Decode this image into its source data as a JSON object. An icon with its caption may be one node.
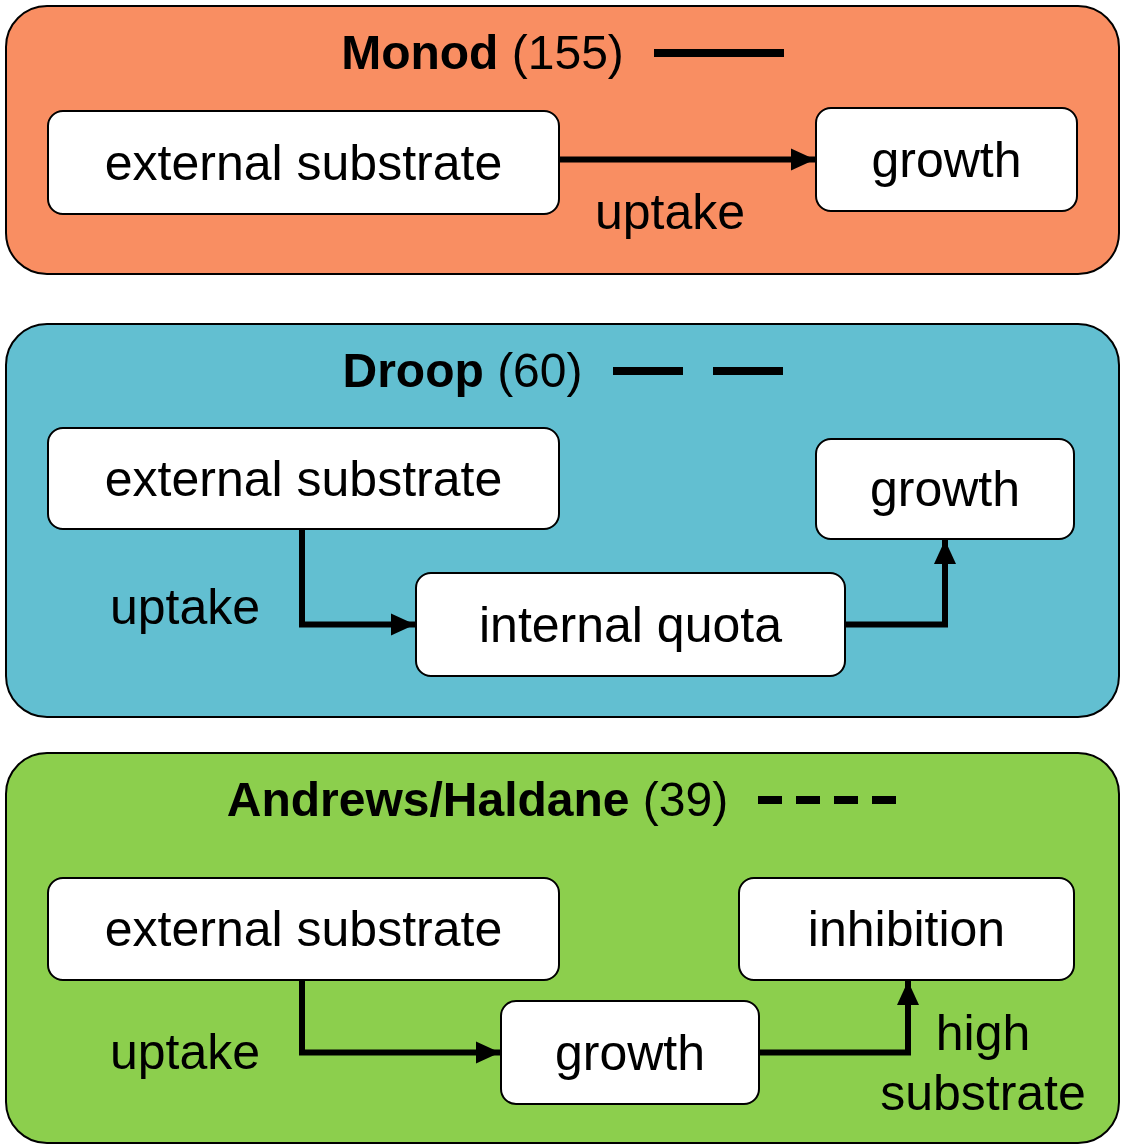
{
  "diagram": {
    "nodes": [
      {
        "text": [
          "**Monod** (155)"
        ]
      },
      {
        "text": [
          "external substrate"
        ],
        "in": 0
      },
      {
        "text": [
          "growth"
        ],
        "in": 0
      },
      {
        "text": [
          "**Droop** (60)"
        ]
      },
      {
        "text": [
          "external substrate"
        ],
        "in": 3
      },
      {
        "text": [
          "growth"
        ],
        "in": 3
      },
      {
        "text": [
          "internal quota"
        ],
        "in": 3
      },
      {
        "text": [
          "**Andrews/Haldane** (39)"
        ]
      },
      {
        "text": [
          "external substrate"
        ],
        "in": 7
      },
      {
        "text": [
          "inhibition"
        ],
        "in": 7
      },
      {
        "text": [
          "growth"
        ],
        "in": 7
      }
    ],
    "edges": [
      {
        "from": 1,
        "to": 2,
        "arrow": "to",
        "label": "uptake"
      },
      {
        "from": 4,
        "to": 6,
        "arrow": "to",
        "label": "uptake"
      },
      {
        "from": 6,
        "to": 5,
        "arrow": "to"
      },
      {
        "from": 8,
        "to": 10,
        "arrow": "to",
        "label": "uptake"
      },
      {
        "from": 10,
        "to": 9,
        "arrow": "to",
        "label": "high substrate"
      }
    ]
  }
}
